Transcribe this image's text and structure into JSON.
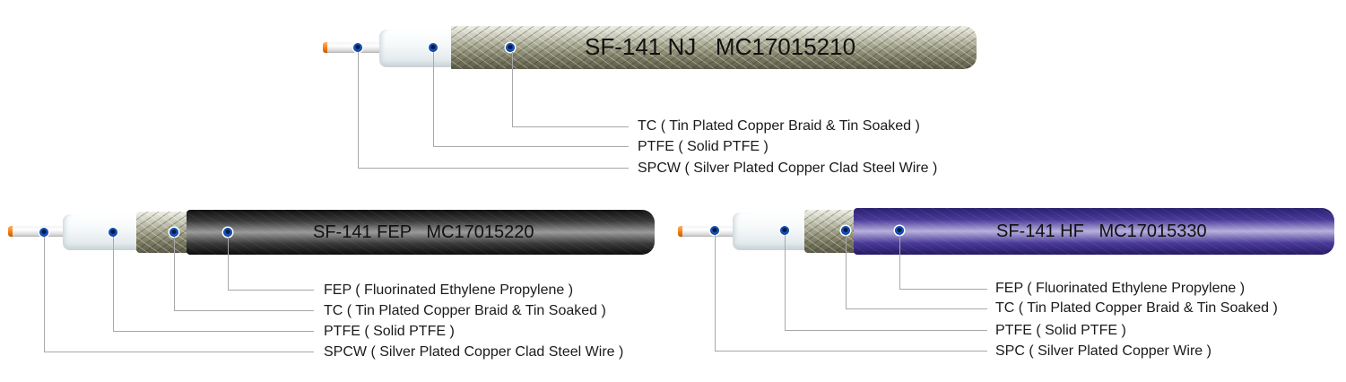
{
  "cables": [
    {
      "id": "nj",
      "title": "SF-141 NJ   MC17015210",
      "jacket_color": "#8a8a72",
      "callouts": [
        {
          "code": "TC",
          "label": "TC ( Tin Plated Copper Braid & Tin Soaked )"
        },
        {
          "code": "PTFE",
          "label": "PTFE ( Solid PTFE )"
        },
        {
          "code": "SPCW",
          "label": "SPCW ( Silver Plated Copper Clad Steel Wire )"
        }
      ]
    },
    {
      "id": "fep",
      "title": "SF-141 FEP   MC17015220",
      "jacket_color": "#1a1a1a",
      "callouts": [
        {
          "code": "FEP",
          "label": "FEP ( Fluorinated Ethylene Propylene )"
        },
        {
          "code": "TC",
          "label": "TC ( Tin Plated Copper Braid & Tin Soaked )"
        },
        {
          "code": "PTFE",
          "label": "PTFE ( Solid PTFE )"
        },
        {
          "code": "SPCW",
          "label": "SPCW ( Silver Plated Copper Clad Steel Wire )"
        }
      ]
    },
    {
      "id": "hf",
      "title": "SF-141 HF   MC17015330",
      "jacket_color": "#3a2e88",
      "callouts": [
        {
          "code": "FEP",
          "label": "FEP ( Fluorinated Ethylene Propylene )"
        },
        {
          "code": "TC",
          "label": "TC ( Tin Plated Copper Braid & Tin Soaked )"
        },
        {
          "code": "PTFE",
          "label": "PTFE ( Solid PTFE )"
        },
        {
          "code": "SPC",
          "label": "SPC ( Silver Plated Copper Wire )"
        }
      ]
    }
  ],
  "colors": {
    "leader_line": "#a8a8a8",
    "marker_dot": "#0a3a98",
    "conductor_tip": "#f07a10"
  }
}
